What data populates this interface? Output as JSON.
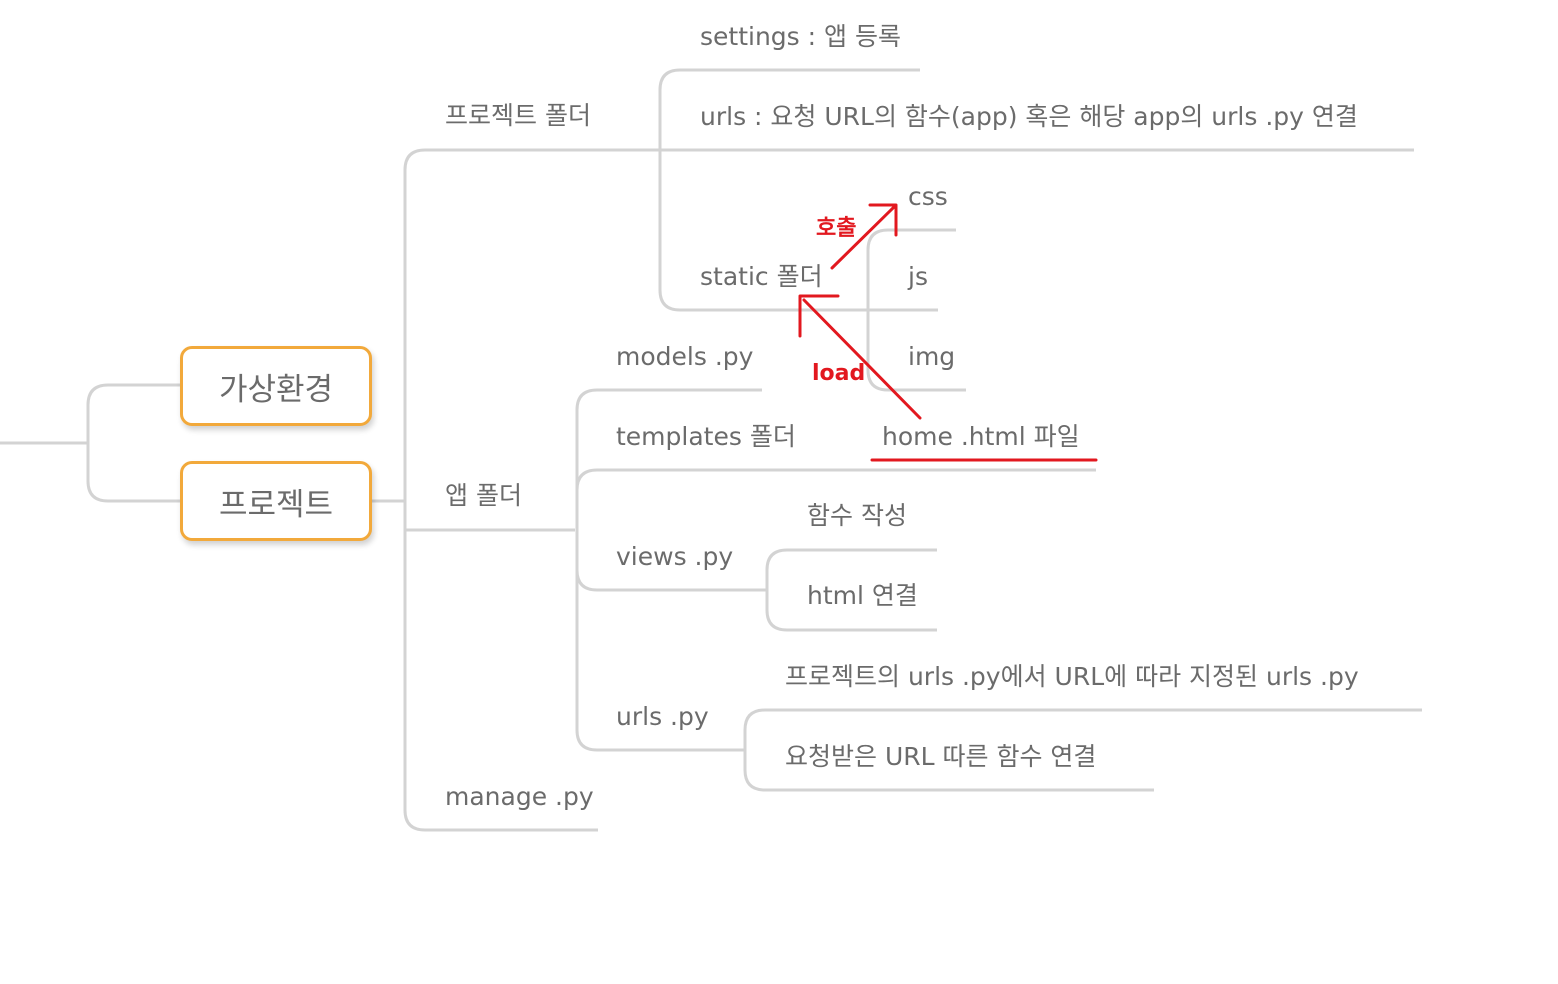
{
  "nodes": {
    "venv": "가상환경",
    "project": "프로젝트",
    "project_folder": "프로젝트 폴더",
    "settings": "settings : 앱 등록",
    "urls_project": "urls : 요청 URL의 함수(app) 혹은 해당 app의 urls .py 연결",
    "static_folder": "static 폴더",
    "css": "css",
    "js": "js",
    "img": "img",
    "app_folder": "앱 폴더",
    "models": "models .py",
    "templates_folder": "templates 폴더",
    "home_html": "home .html 파일",
    "views": "views .py",
    "func_write": "함수 작성",
    "html_connect": "html 연결",
    "urls_app": "urls .py",
    "urls_app_desc1": "프로젝트의 urls .py에서 URL에 따라 지정된 urls .py",
    "urls_app_desc2": "요청받은 URL 따른 함수 연결",
    "manage": "manage .py"
  },
  "annotations": {
    "call_label": "호출",
    "load_label": "load"
  },
  "colors": {
    "branch_line": "#d3d3d3",
    "text": "#6b6b6b",
    "box_border": "#f2a93b",
    "annotation": "#e2181f"
  }
}
